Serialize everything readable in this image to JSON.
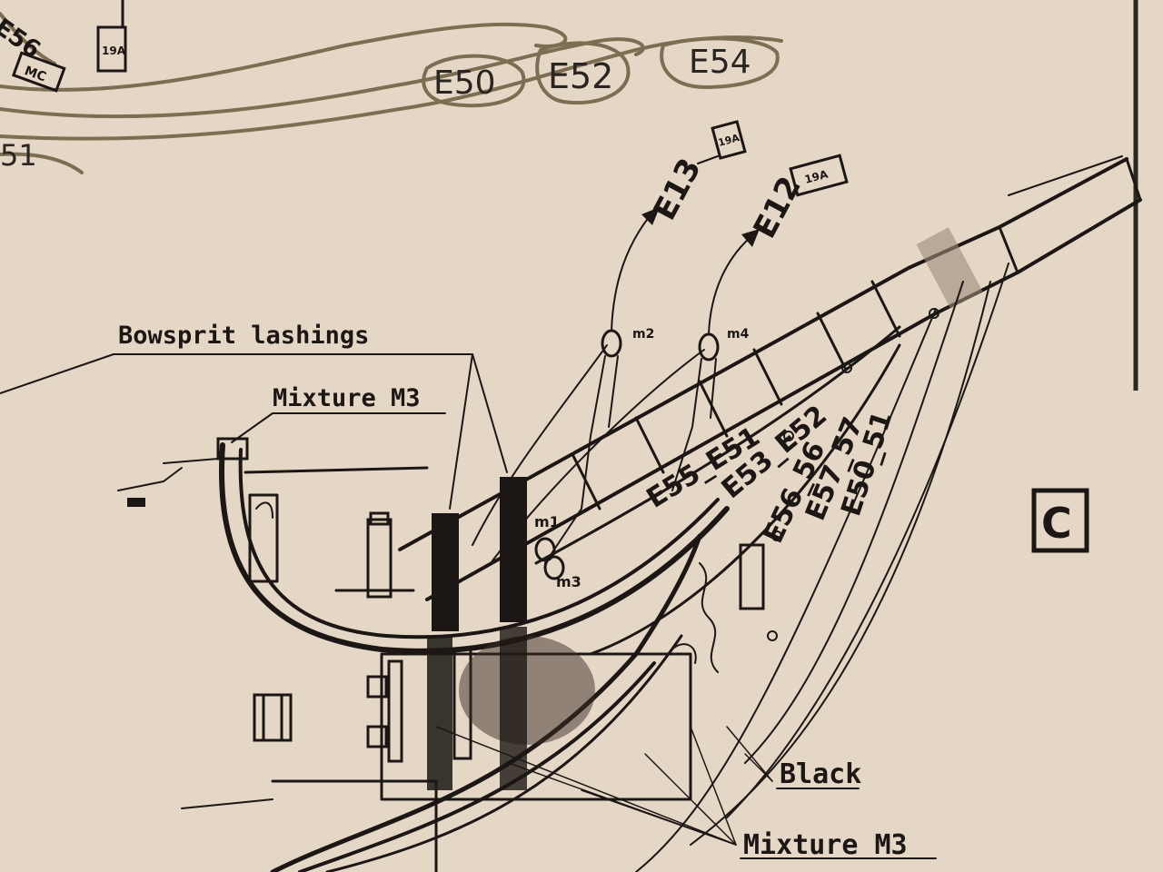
{
  "labels": {
    "bowsprit_lashings": "Bowsprit lashings",
    "mixture_top": "Mixture M3",
    "black": "Black",
    "mixture_bottom": "Mixture M3",
    "section": "C",
    "e13": "E13",
    "e12": "E12",
    "tag_19a_1": "19A",
    "tag_19a_2": "19A",
    "tag_19a_3": "19A",
    "m1": "m1",
    "m2": "m2",
    "m3": "m3",
    "m4": "m4",
    "line_1": "E55_E51",
    "line_2": "E53_E52",
    "line_3": "E56_56",
    "line_4": "E57_57",
    "line_5": "E50_51",
    "corner_e56": "E56",
    "corner_mc": "MC",
    "corner_51": "51"
  },
  "handwritten": {
    "e50": "E50",
    "e52": "E52",
    "e54": "E54"
  },
  "colors": {
    "paper": "#e9dccd",
    "ink": "#1c1714",
    "pencil": "#7d6d52"
  }
}
